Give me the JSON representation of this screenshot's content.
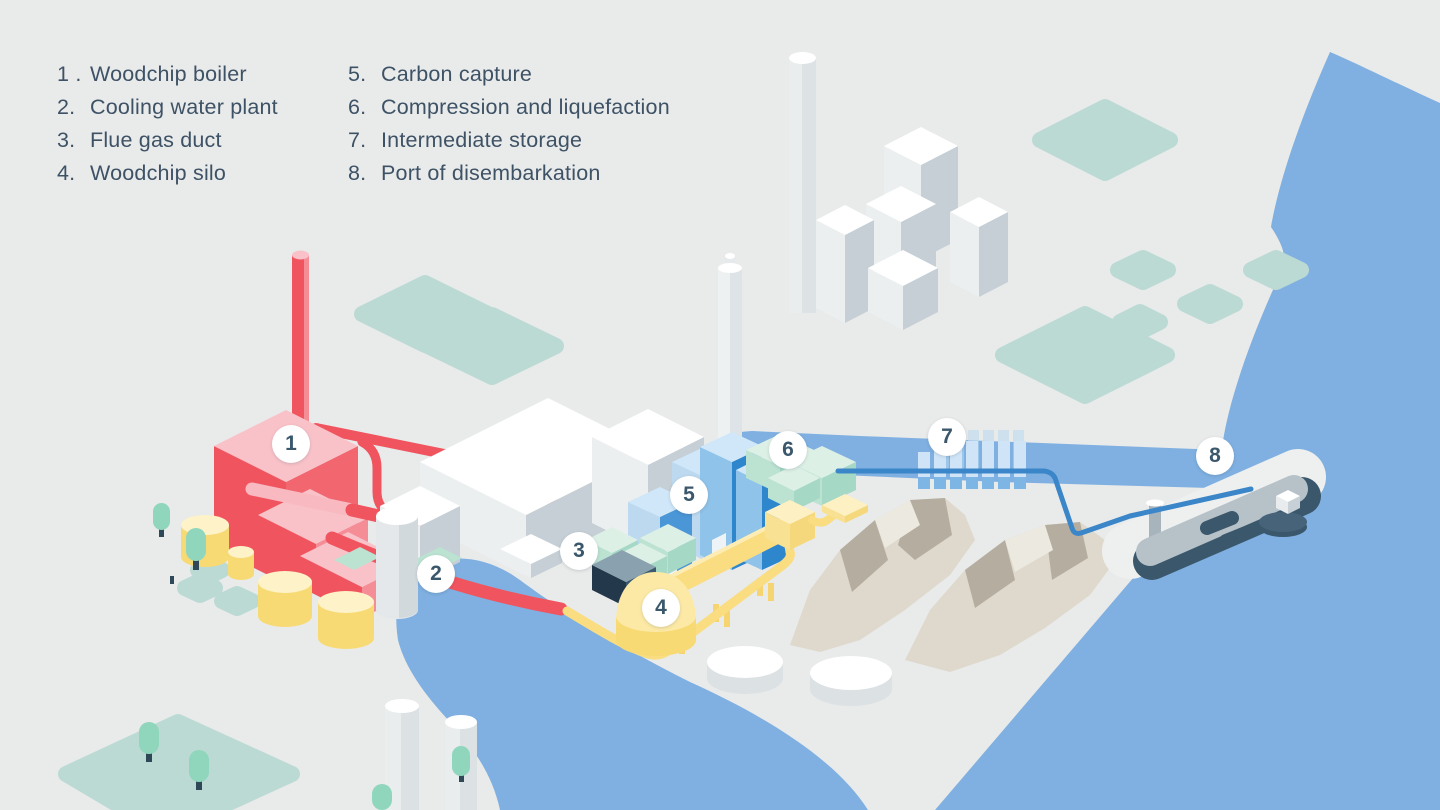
{
  "legend": {
    "items": [
      {
        "num": "1 .",
        "label": "Woodchip boiler"
      },
      {
        "num": "2.",
        "label": "Cooling water plant"
      },
      {
        "num": "3.",
        "label": "Flue gas duct"
      },
      {
        "num": "4.",
        "label": "Woodchip silo"
      },
      {
        "num": "5.",
        "label": "Carbon capture"
      },
      {
        "num": "6.",
        "label": "Compression and liquefaction"
      },
      {
        "num": "7.",
        "label": "Intermediate storage"
      },
      {
        "num": "8.",
        "label": "Port of disembarkation"
      }
    ]
  },
  "markers": [
    "1",
    "2",
    "3",
    "4",
    "5",
    "6",
    "7",
    "8"
  ],
  "colors": {
    "background": "#e9eaea",
    "water": "#7fb0e1",
    "field": "#bcdad4",
    "tree": "#8fd6bd",
    "red": "#f0545f",
    "red_top": "#f9c2c8",
    "red_side": "#f58d97",
    "yellow": "#f8da74",
    "yellow_light": "#fce9a6",
    "conveyor": "#f9dd80",
    "blue_dark": "#2e86cd",
    "blue_mid": "#4a96d7",
    "blue_pale": "#bcd9f0",
    "blue_top": "#cfe7f8",
    "mint_top": "#ddf0e6",
    "mint_left": "#bce2d2",
    "mint_right": "#a5d8c5",
    "tank_light": "#cfe5f7",
    "tank_base": "#7db5e5",
    "pipe": "#3b86c8",
    "slate": "#3a576b",
    "text": "#3e5266",
    "pile_light": "#ded9cc",
    "pile_dark": "#b5aea0",
    "pier": "#eef0ef",
    "deck": "#b6c1c8"
  }
}
